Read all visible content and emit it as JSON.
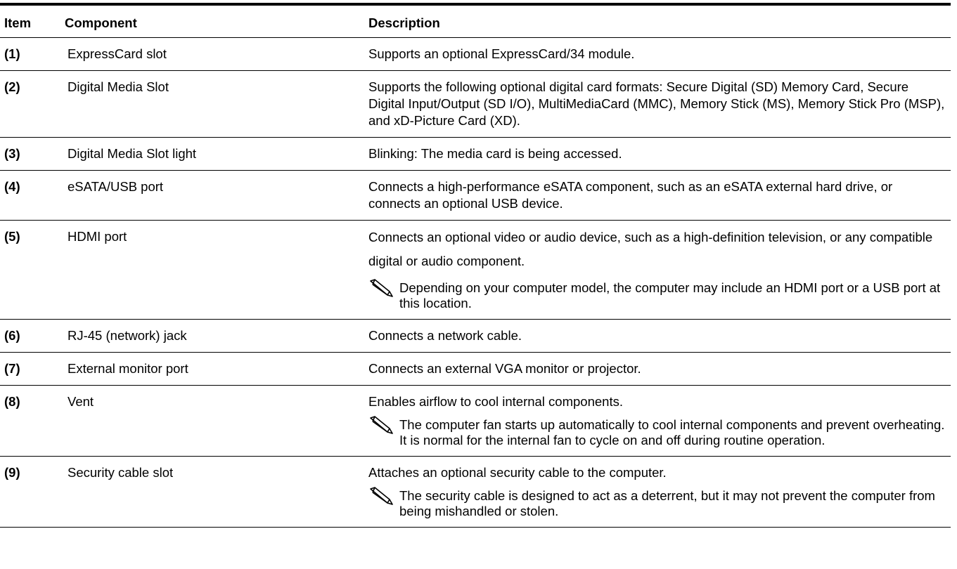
{
  "table": {
    "headers": {
      "item": "Item",
      "component": "Component",
      "description": "Description"
    },
    "rows": [
      {
        "item": "(1)",
        "component": "ExpressCard slot",
        "description": "Supports an optional ExpressCard/34 module."
      },
      {
        "item": "(2)",
        "component": "Digital Media Slot",
        "description": "Supports the following optional digital card formats: Secure Digital (SD) Memory Card, Secure Digital Input/Output (SD I/O), MultiMediaCard (MMC), Memory Stick (MS), Memory Stick Pro (MSP), and xD-Picture Card (XD)."
      },
      {
        "item": "(3)",
        "component": "Digital Media Slot light",
        "description": "Blinking: The media card is being accessed."
      },
      {
        "item": "(4)",
        "component": "eSATA/USB port",
        "description": "Connects a high-performance eSATA component, such as an eSATA external hard drive, or connects an optional USB device."
      },
      {
        "item": "(5)",
        "component": "HDMI port",
        "description": "Connects an optional video or audio device, such as a high-definition television, or any compatible digital or audio component.",
        "note": "Depending on your computer model, the computer may include an HDMI port or a USB port at this location."
      },
      {
        "item": "(6)",
        "component": "RJ-45 (network) jack",
        "description": "Connects a network cable."
      },
      {
        "item": "(7)",
        "component": "External monitor port",
        "description": "Connects an external VGA monitor or projector."
      },
      {
        "item": "(8)",
        "component": "Vent",
        "description": "Enables airflow to cool internal components.",
        "note": "The computer fan starts up automatically to cool internal components and prevent overheating. It is normal for the internal fan to cycle on and off during routine operation."
      },
      {
        "item": "(9)",
        "component": "Security cable slot",
        "description": "Attaches an optional security cable to the computer.",
        "note": "The security cable is designed to act as a deterrent, but it may not prevent the computer from being mishandled or stolen."
      }
    ]
  },
  "icons": {
    "note": "note-pencil-icon"
  }
}
